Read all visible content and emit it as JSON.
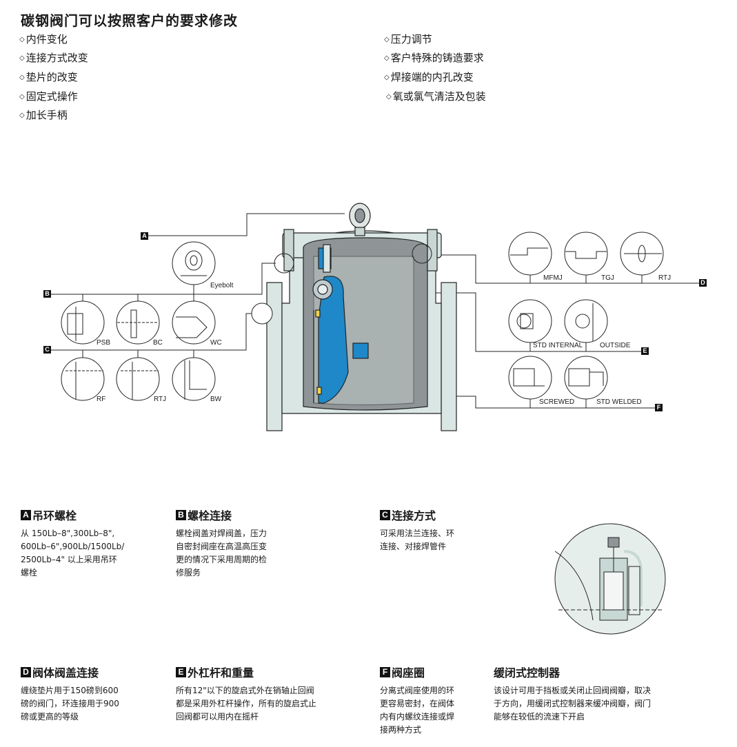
{
  "title": "碳钢阀门可以按照客户的要求修改",
  "options_left": [
    "内件变化",
    "连接方式改变",
    "垫片的改变",
    "固定式操作",
    "加长手柄"
  ],
  "options_right": [
    "压力调节",
    "客户特殊的铸造要求",
    "焊接端的内孔改变",
    "氧或氯气清洁及包装"
  ],
  "bullet": "◇",
  "diagram": {
    "markers": [
      "A",
      "B",
      "C",
      "D",
      "E",
      "F"
    ],
    "eyebolt_label": "Eyebolt",
    "bonnet_labels": [
      "PSB",
      "BC",
      "WC"
    ],
    "end_labels": [
      "RF",
      "RTJ",
      "BW"
    ],
    "gasket_labels": [
      "MFMJ",
      "TGJ",
      "RTJ"
    ],
    "hinge_labels": [
      "STD INTERNAL",
      "OUTSIDE"
    ],
    "seat_labels": [
      "SCREWED",
      "STD WELDED"
    ],
    "colors": {
      "body": "#d9e6e3",
      "cavity": "#8f9597",
      "disc": "#1e88c8",
      "line": "#222222",
      "accent": "#f2d34c"
    }
  },
  "sections": [
    {
      "badge": "A",
      "title": "吊环螺栓",
      "lines": [
        "从 150Lb–8\",300Lb–8\",",
        "600Lb–6\",900Lb/1500Lb/",
        "2500Lb–4\" 以上采用吊环",
        "螺栓"
      ]
    },
    {
      "badge": "B",
      "title": "螺栓连接",
      "lines": [
        "螺栓阀盖对焊阀盖，压力",
        "自密封阀座在高温高压变",
        "更的情况下采用周期的检",
        "修服务"
      ]
    },
    {
      "badge": "C",
      "title": "连接方式",
      "lines": [
        "可采用法兰连接、环",
        "连接、对接焊管件"
      ]
    },
    {
      "badge": "D",
      "title": "阀体阀盖连接",
      "lines": [
        "缠绕垫片用于150磅到600",
        "磅的阀门，环连接用于900",
        "磅或更高的等级"
      ]
    },
    {
      "badge": "E",
      "title": "外杠杆和重量",
      "lines": [
        "所有12\"以下的旋启式外在销轴止回阀",
        "都是采用外杠杆操作，所有的旋启式止",
        "回阀都可以用内在摇杆"
      ]
    },
    {
      "badge": "F",
      "title": "阀座圈",
      "lines": [
        "分离式阀座使用的环",
        "更容易密封，在阀体",
        "内有内螺纹连接或焊",
        "接两种方式"
      ]
    },
    {
      "badge": "",
      "title": "缓闭式控制器",
      "lines": [
        "该设计可用于挡板或关闭止回阀阀瓣，取决",
        "于方向，用缓闭式控制器来缓冲阀瓣，阀门",
        "能够在较低的流速下开启"
      ]
    }
  ]
}
